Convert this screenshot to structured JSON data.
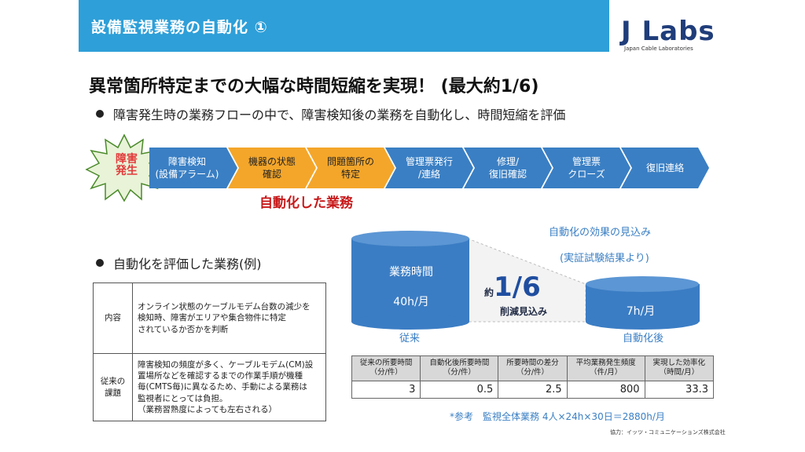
{
  "header": {
    "title": "設備監視業務の自動化 ①"
  },
  "logo": {
    "mark": "J Labs",
    "subtitle": "Japan Cable Laboratories"
  },
  "main_title": "異常箇所特定までの大幅な時間短縮を実現！ (最大約1/6)",
  "bullet1": "障害発生時の業務フローの中で、障害検知後の業務を自動化し、時間短縮を評価",
  "flow": {
    "start": "障害\n発生",
    "steps": [
      {
        "label": "障害検知\n(設備アラーム)",
        "kind": "blue"
      },
      {
        "label": "機器の状態\n確認",
        "kind": "orange"
      },
      {
        "label": "問題箇所の\n特定",
        "kind": "orange"
      },
      {
        "label": "管理票発行\n/連絡",
        "kind": "blue"
      },
      {
        "label": "修理/\n復旧確認",
        "kind": "blue"
      },
      {
        "label": "管理票\nクローズ",
        "kind": "blue"
      },
      {
        "label": "復旧連絡",
        "kind": "blue"
      }
    ],
    "automated_label": "自動化した業務"
  },
  "bullet2": "自動化を評価した業務(例)",
  "example_table": {
    "rows": [
      {
        "head": "内容",
        "body": "オンライン状態のケーブルモデム台数の減少を\n検知時、障害がエリアや集合物件に特定\nされているか否かを判断"
      },
      {
        "head": "従来の\n課題",
        "body": "障害検知の頻度が多く、ケーブルモデム(CM)設\n置場所などを確認するまでの作業手順が機種\n毎(CMTS毎)に異なるため、手動による業務は\n監視者にとっては負担。\n（業務習熟度によっても左右される）"
      }
    ]
  },
  "effect": {
    "line1": "自動化の効果の見込み",
    "line2": "(実証試験結果より)",
    "before_label": "業務時間",
    "before_value": "40h/月",
    "before_caption": "従来",
    "after_value": "7h/月",
    "after_caption": "自動化後",
    "ratio_prefix": "約",
    "ratio": "1/6",
    "ratio_sub": "削減見込み"
  },
  "result_table": {
    "headers": [
      "従来の所要時間\n（分/件）",
      "自動化後所要時間\n（分/件）",
      "所要時間の差分\n（分/件）",
      "平均業務発生頻度\n（件/月）",
      "実現した効率化\n（時間/月）"
    ],
    "values": [
      "3",
      "0.5",
      "2.5",
      "800",
      "33.3"
    ]
  },
  "note": "*参考　監視全体業務 4人×24h×30日＝2880h/月",
  "credit": "協力：イッツ・コミュニケーションズ株式会社",
  "colors": {
    "header": "#2e9fd8",
    "flow_blue": "#3a7fc4",
    "flow_orange": "#f4a62a",
    "accent_red": "#c8191a",
    "cylinder": "#3b7dc4"
  }
}
